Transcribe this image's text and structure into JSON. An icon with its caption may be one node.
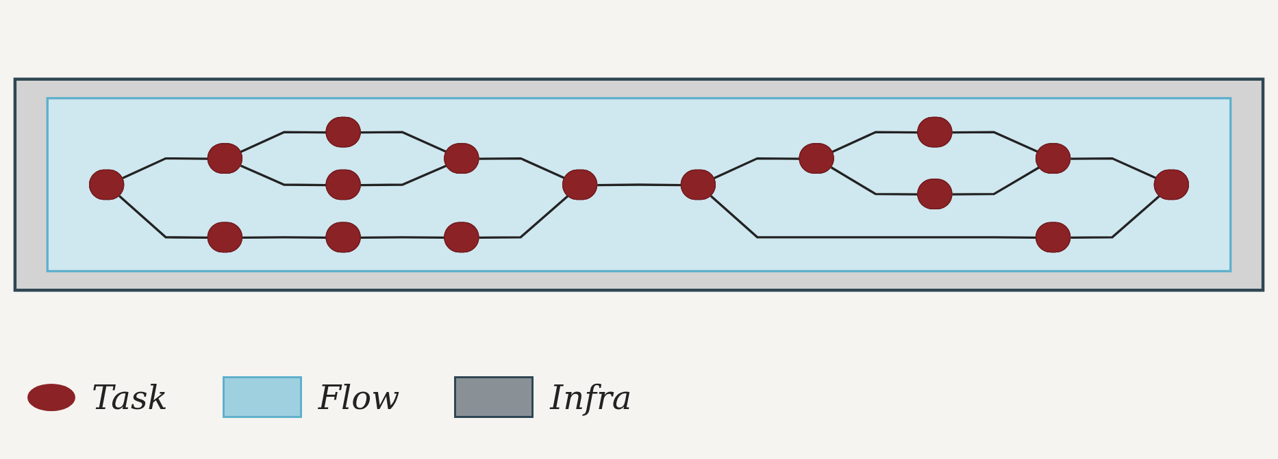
{
  "diagram": {
    "nodes": [
      {
        "text": [],
        "shape": "box"
      },
      {
        "text": [],
        "shape": "box",
        "in": 0
      },
      {
        "text": [],
        "shape": "ellipse",
        "in": 1
      },
      {
        "text": [],
        "shape": "ellipse",
        "in": 1
      },
      {
        "text": [],
        "shape": "ellipse",
        "in": 1
      },
      {
        "text": [],
        "shape": "ellipse",
        "in": 1
      },
      {
        "text": [],
        "shape": "ellipse",
        "in": 1
      },
      {
        "text": [],
        "shape": "ellipse",
        "in": 1
      },
      {
        "text": [],
        "shape": "ellipse",
        "in": 1
      },
      {
        "text": [],
        "shape": "ellipse",
        "in": 1
      },
      {
        "text": [],
        "shape": "ellipse",
        "in": 1
      },
      {
        "text": [],
        "shape": "ellipse",
        "in": 1
      },
      {
        "text": [],
        "shape": "ellipse",
        "in": 1
      },
      {
        "text": [],
        "shape": "ellipse",
        "in": 1
      },
      {
        "text": [],
        "shape": "ellipse",
        "in": 1
      },
      {
        "text": [],
        "shape": "ellipse",
        "in": 1
      },
      {
        "text": [],
        "shape": "ellipse",
        "in": 1
      },
      {
        "text": [],
        "shape": "ellipse",
        "in": 1
      }
    ],
    "edges": [
      {
        "from": 2,
        "to": 3,
        "arrow": "none"
      },
      {
        "from": 2,
        "to": 4,
        "arrow": "none"
      },
      {
        "from": 3,
        "to": 5,
        "arrow": "none"
      },
      {
        "from": 3,
        "to": 6,
        "arrow": "none"
      },
      {
        "from": 4,
        "to": 7,
        "arrow": "none"
      },
      {
        "from": 5,
        "to": 8,
        "arrow": "none"
      },
      {
        "from": 6,
        "to": 8,
        "arrow": "none"
      },
      {
        "from": 7,
        "to": 9,
        "arrow": "none"
      },
      {
        "from": 8,
        "to": 10,
        "arrow": "none"
      },
      {
        "from": 9,
        "to": 10,
        "arrow": "none"
      },
      {
        "from": 10,
        "to": 11,
        "arrow": "none"
      },
      {
        "from": 11,
        "to": 12,
        "arrow": "none"
      },
      {
        "from": 11,
        "to": 13,
        "arrow": "none"
      },
      {
        "from": 12,
        "to": 14,
        "arrow": "none"
      },
      {
        "from": 12,
        "to": 15,
        "arrow": "none"
      },
      {
        "from": 14,
        "to": 16,
        "arrow": "none"
      },
      {
        "from": 15,
        "to": 16,
        "arrow": "none"
      },
      {
        "from": 16,
        "to": 17,
        "arrow": "none"
      },
      {
        "from": 13,
        "to": 17,
        "arrow": "none"
      }
    ],
    "legend": [
      {
        "text": "Task",
        "color": "#8b2226"
      },
      {
        "text": "Flow",
        "color": "#9fd0e0"
      },
      {
        "text": "Infra",
        "color": "#8a9196"
      }
    ]
  }
}
